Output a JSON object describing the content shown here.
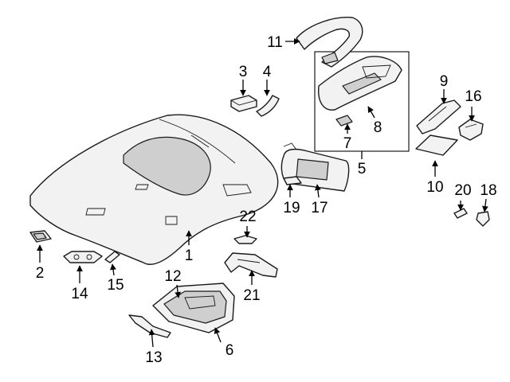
{
  "callouts": [
    {
      "id": "1",
      "text": "1"
    },
    {
      "id": "2",
      "text": "2"
    },
    {
      "id": "3",
      "text": "3"
    },
    {
      "id": "4",
      "text": "4"
    },
    {
      "id": "5",
      "text": "5"
    },
    {
      "id": "6",
      "text": "6"
    },
    {
      "id": "7",
      "text": "7"
    },
    {
      "id": "8",
      "text": "8"
    },
    {
      "id": "9",
      "text": "9"
    },
    {
      "id": "10",
      "text": "10"
    },
    {
      "id": "11",
      "text": "11"
    },
    {
      "id": "12",
      "text": "12"
    },
    {
      "id": "13",
      "text": "13"
    },
    {
      "id": "14",
      "text": "14"
    },
    {
      "id": "15",
      "text": "15"
    },
    {
      "id": "16",
      "text": "16"
    },
    {
      "id": "17",
      "text": "17"
    },
    {
      "id": "18",
      "text": "18"
    },
    {
      "id": "19",
      "text": "19"
    },
    {
      "id": "20",
      "text": "20"
    },
    {
      "id": "21",
      "text": "21"
    },
    {
      "id": "22",
      "text": "22"
    }
  ],
  "colors": {
    "line": "#1a1a1a",
    "fill": "#f2f2f2",
    "background": "#ffffff"
  }
}
